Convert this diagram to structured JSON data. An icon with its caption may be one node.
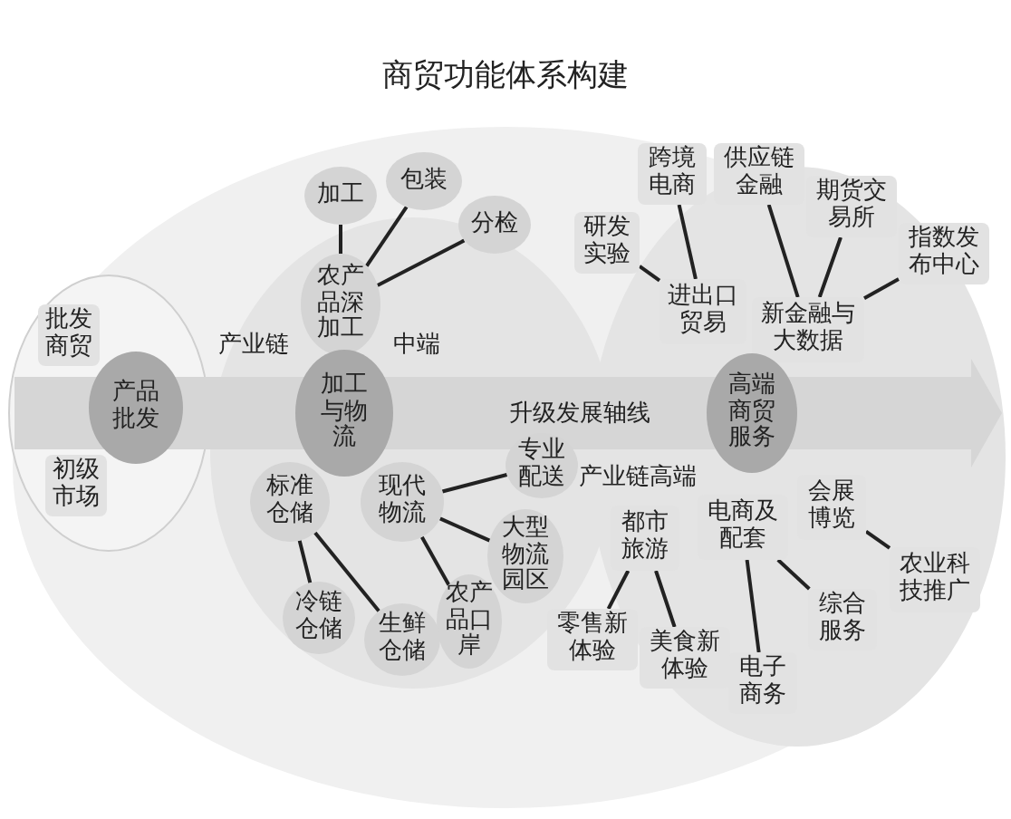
{
  "diagram": {
    "title": "商贸功能体系构建",
    "nodes": [
      {
        "text": [
          "产品批发"
        ]
      },
      {
        "text": [
          "批发商贸"
        ]
      },
      {
        "text": [
          "初级市场"
        ]
      },
      {
        "text": [
          "加工"
        ]
      },
      {
        "text": [
          "包装"
        ]
      },
      {
        "text": [
          "分检"
        ]
      },
      {
        "text": [
          "农产品深加工"
        ]
      },
      {
        "text": [
          "加工与物流"
        ]
      },
      {
        "text": [
          "标准仓储"
        ]
      },
      {
        "text": [
          "现代物流"
        ]
      },
      {
        "text": [
          "专业配送"
        ]
      },
      {
        "text": [
          "大型物流园区"
        ]
      },
      {
        "text": [
          "农产品口岸"
        ]
      },
      {
        "text": [
          "冷链仓储"
        ]
      },
      {
        "text": [
          "生鲜仓储"
        ]
      },
      {
        "text": [
          "研发实验"
        ]
      },
      {
        "text": [
          "跨境电商"
        ]
      },
      {
        "text": [
          "供应链金融"
        ]
      },
      {
        "text": [
          "期货交易所"
        ]
      },
      {
        "text": [
          "指数发布中心"
        ]
      },
      {
        "text": [
          "进出口贸易"
        ]
      },
      {
        "text": [
          "新金融与大数据"
        ]
      },
      {
        "text": [
          "高端商贸服务"
        ]
      },
      {
        "text": [
          "都市旅游"
        ]
      },
      {
        "text": [
          "电商及配套"
        ]
      },
      {
        "text": [
          "会展博览"
        ]
      },
      {
        "text": [
          "农业科技推广"
        ]
      },
      {
        "text": [
          "零售新体验"
        ]
      },
      {
        "text": [
          "美食新体验"
        ]
      },
      {
        "text": [
          "电子商务"
        ]
      },
      {
        "text": [
          "综合服务"
        ]
      }
    ],
    "edges": [
      {
        "from": 3,
        "to": 6,
        "arrow": "none"
      },
      {
        "from": 4,
        "to": 6,
        "arrow": "none"
      },
      {
        "from": 5,
        "to": 6,
        "arrow": "none"
      },
      {
        "from": 9,
        "to": 10,
        "arrow": "none"
      },
      {
        "from": 9,
        "to": 11,
        "arrow": "none"
      },
      {
        "from": 9,
        "to": 12,
        "arrow": "none"
      },
      {
        "from": 8,
        "to": 13,
        "arrow": "none"
      },
      {
        "from": 8,
        "to": 14,
        "arrow": "none"
      },
      {
        "from": 15,
        "to": 20,
        "arrow": "none"
      },
      {
        "from": 16,
        "to": 20,
        "arrow": "none"
      },
      {
        "from": 17,
        "to": 21,
        "arrow": "none"
      },
      {
        "from": 18,
        "to": 21,
        "arrow": "none"
      },
      {
        "from": 19,
        "to": 21,
        "arrow": "none"
      },
      {
        "from": 23,
        "to": 27,
        "arrow": "none"
      },
      {
        "from": 23,
        "to": 28,
        "arrow": "none"
      },
      {
        "from": 24,
        "to": 29,
        "arrow": "none"
      },
      {
        "from": 24,
        "to": 30,
        "arrow": "none"
      },
      {
        "from": 25,
        "to": 26,
        "arrow": "none"
      }
    ],
    "labels": [
      "产业链",
      "中端",
      "升级发展轴线",
      "产业链高端"
    ]
  }
}
